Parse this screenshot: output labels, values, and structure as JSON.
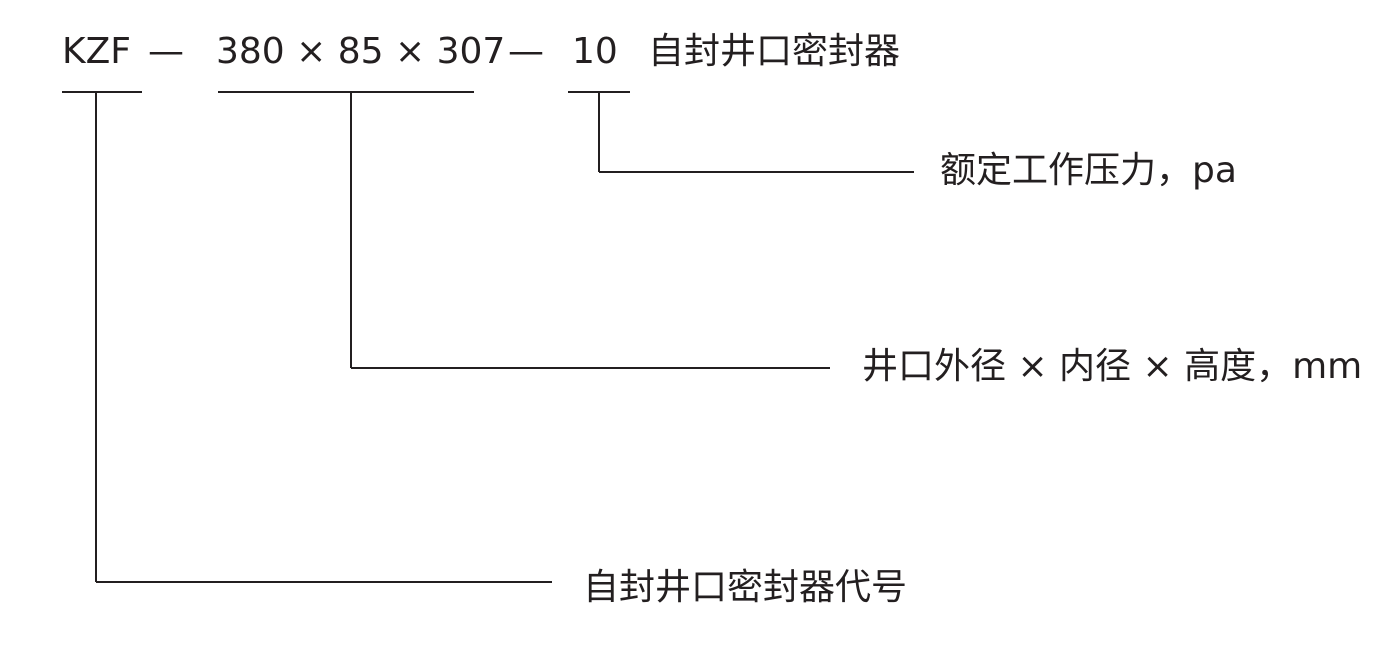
{
  "model": {
    "prefix": "KZF",
    "dash1": "—",
    "dimensions": "380 × 85 × 307",
    "dash2": "—",
    "pressure": "10",
    "name": "自封井口密封器"
  },
  "labels": {
    "pressure": "额定工作压力，pa",
    "dimensions": "井口外径 × 内径 × 高度，mm",
    "code": "自封井口密封器代号"
  }
}
